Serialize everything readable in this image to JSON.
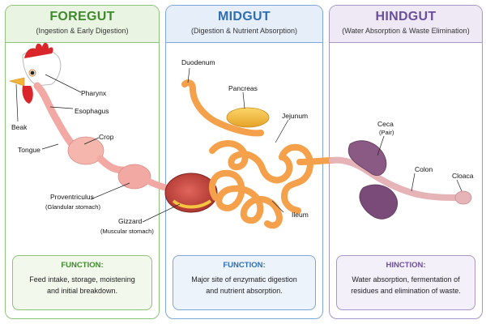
{
  "panels": {
    "foregut": {
      "title": "FOREGUT",
      "subtitle": "(Ingestion & Early Digestion)",
      "function_title": "FUNCTION:",
      "function_line1": "Feed intake, storage, moistening",
      "function_line2": "and initial breakdown."
    },
    "midgut": {
      "title": "MIDGUT",
      "subtitle": "(Digestion & Nutrient Absorption)",
      "function_title": "FUNCTION:",
      "function_line1": "Major site of enzymatic digestion",
      "function_line2": "and nutrient absorption."
    },
    "hindgut": {
      "title": "HINDGUT",
      "subtitle": "(Water Absorption & Waste Elimination)",
      "function_title": "HINCTION:",
      "function_line1": "Water absorption, fermentation of",
      "function_line2": "residues and elimination of waste."
    }
  },
  "labels": {
    "pharynx": "Pharynx",
    "beak": "Beak",
    "esophagus": "Esophagus",
    "crop": "Crop",
    "tongue": "Tongue",
    "proventriculus": "Proventriculus",
    "proventriculus_sub": "(Glandular stomach)",
    "gizzard": "Gizzard",
    "gizzard_sub": "(Muscular stomach)",
    "duodenum": "Duodenum",
    "pancreas": "Pancreas",
    "jejunum": "Jejunum",
    "ileum": "Ileum",
    "ceca": "Ceca",
    "ceca_sub": "(Pair)",
    "colon": "Colon",
    "cloaca": "Cloaca"
  },
  "colors": {
    "foregut_accent": "#3f8a2c",
    "midgut_accent": "#2f6db5",
    "hindgut_accent": "#6a4f9a",
    "gut_pink": "#f2a9a3",
    "intestine_orange": "#f5a04a",
    "ceca_purple": "#8a5a85"
  }
}
